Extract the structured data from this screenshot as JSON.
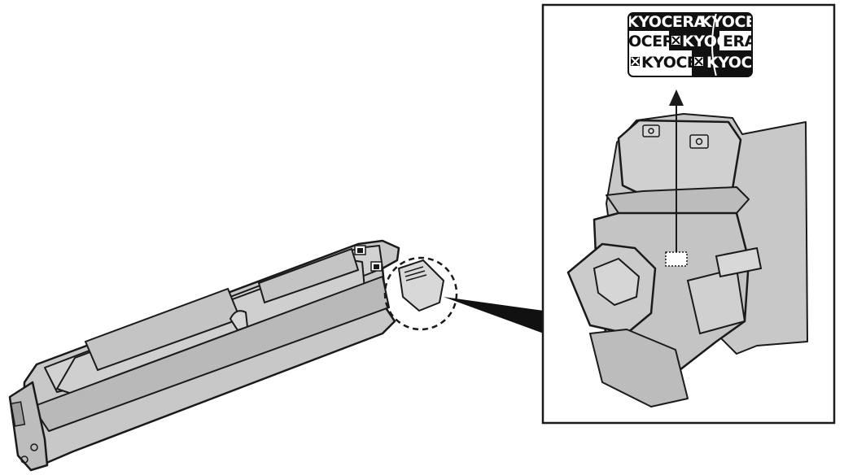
{
  "colors": {
    "body_fill": "#c8c8c8",
    "body_light": "#d2d2d2",
    "body_dark": "#b4b4b4",
    "outline": "#1a1a1a",
    "inset_frame": "#1a1a1a",
    "label_dark": "#111111",
    "label_light": "#ffffff",
    "callout_fill": "#111111"
  },
  "label": {
    "brand_text": "KYOCERA",
    "rows": [
      {
        "segments": [
          "KYOCERA",
          "KYOCERA"
        ]
      },
      {
        "segments": [
          "OCERA",
          "KYOC",
          "ERA"
        ]
      },
      {
        "segments": [
          "KYOCERA",
          "KYOCE"
        ]
      }
    ]
  },
  "icons": [
    "kyocera-logo-icon",
    "lock-icon",
    "arrow-up-icon"
  ]
}
